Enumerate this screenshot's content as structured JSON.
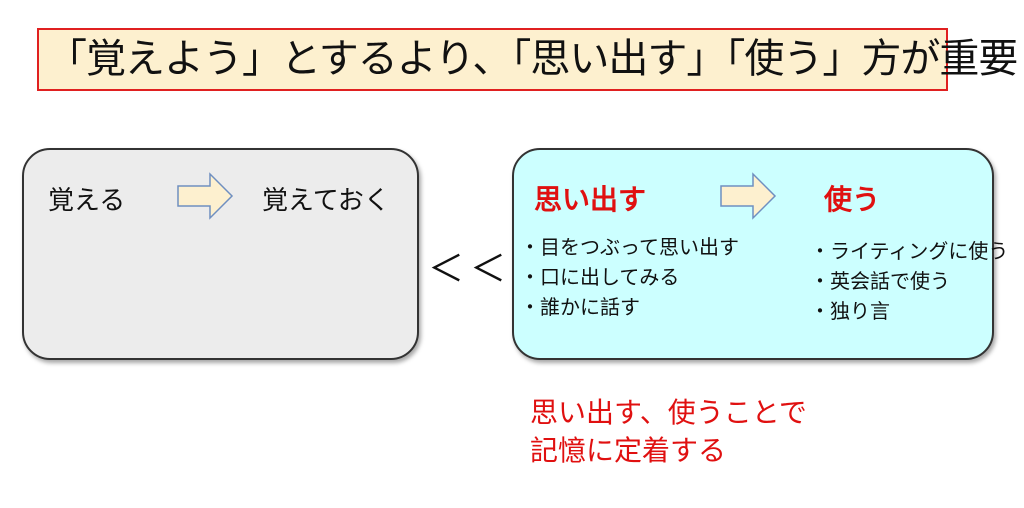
{
  "title": "「覚えよう」とするより、「思い出す」「使う」方が重要",
  "left_box": {
    "from": "覚える",
    "to": "覚えておく",
    "arrow": "right-arrow-icon"
  },
  "comparison": "＜＜",
  "right_box": {
    "from": "思い出す",
    "to": "使う",
    "arrow": "right-arrow-icon",
    "recall_items": [
      "・目をつぶって思い出す",
      "・口に出してみる",
      "・誰かに話す"
    ],
    "use_items": [
      "・ライティングに使う",
      "・英会話で使う",
      "・独り言"
    ]
  },
  "conclusion": {
    "line1": "思い出す、使うことで",
    "line2": "記憶に定着する"
  },
  "colors": {
    "accent": "#e01010",
    "title_bg": "#fdf0cf",
    "left_bg": "#ececec",
    "right_bg": "#ccffff",
    "arrow_fill": "#fdf0cf",
    "arrow_stroke": "#6f8fc0"
  }
}
